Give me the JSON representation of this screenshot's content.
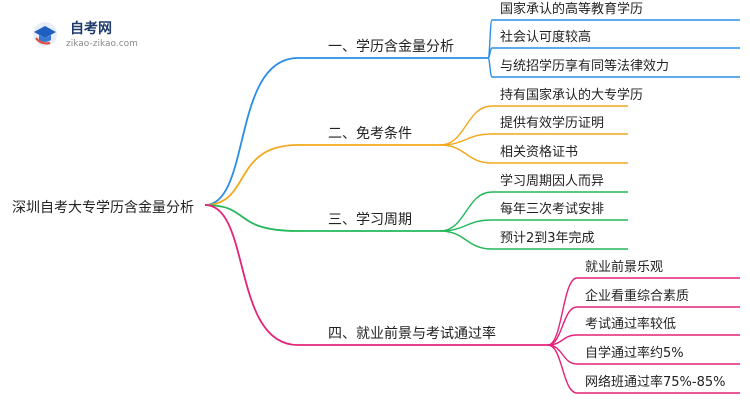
{
  "logo": {
    "title": "自考网",
    "url": "zikao-zikao.com"
  },
  "root": {
    "label": "深圳自考大专学历含金量分析"
  },
  "branches": [
    {
      "label": "一、学历含金量分析",
      "color": "#2a8de8",
      "children": [
        "国家承认的高等教育学历",
        "社会认可度较高",
        "与统招学历享有同等法律效力"
      ]
    },
    {
      "label": "二、免考条件",
      "color": "#f2a81d",
      "children": [
        "持有国家承认的大专学历",
        "提供有效学历证明",
        "相关资格证书"
      ]
    },
    {
      "label": "三、学习周期",
      "color": "#23b85a",
      "children": [
        "学习周期因人而异",
        "每年三次考试安排",
        "预计2到3年完成"
      ]
    },
    {
      "label": "四、就业前景与考试通过率",
      "color": "#e3237a",
      "children": [
        "就业前景乐观",
        "企业看重综合素质",
        "考试通过率较低",
        "自学通过率约5%",
        "网络班通过率75%-85%"
      ]
    }
  ]
}
